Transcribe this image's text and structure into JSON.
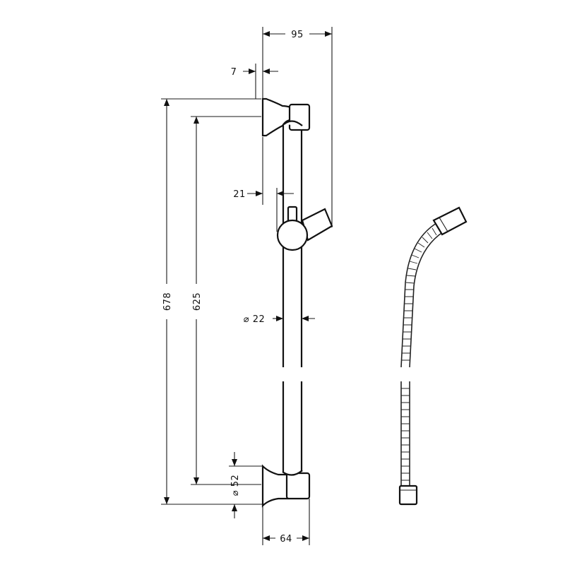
{
  "dimensions": {
    "top_width": "95",
    "bracket_offset": "7",
    "overall_height": "678",
    "bracket_spacing": "625",
    "slider_offset": "21",
    "rail_diameter": "⌀ 22",
    "bracket_diameter": "⌀ 52",
    "bracket_depth": "64"
  }
}
